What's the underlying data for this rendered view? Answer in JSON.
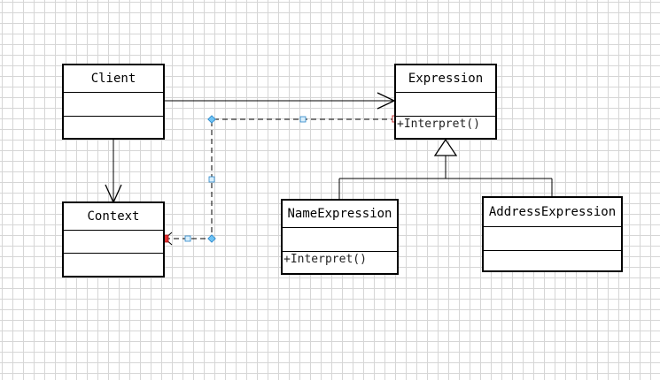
{
  "classes": {
    "client": {
      "name": "Client"
    },
    "context": {
      "name": "Context"
    },
    "expression": {
      "name": "Expression",
      "operation": "+Interpret()"
    },
    "name_expression": {
      "name": "NameExpression",
      "operation": "+Interpret()"
    },
    "address_expression": {
      "name": "AddressExpression"
    }
  },
  "colors": {
    "line": "#000000",
    "selection_handle": "#3ba0e6",
    "connection_point": "#e03030",
    "grid": "#d6d6d6"
  }
}
